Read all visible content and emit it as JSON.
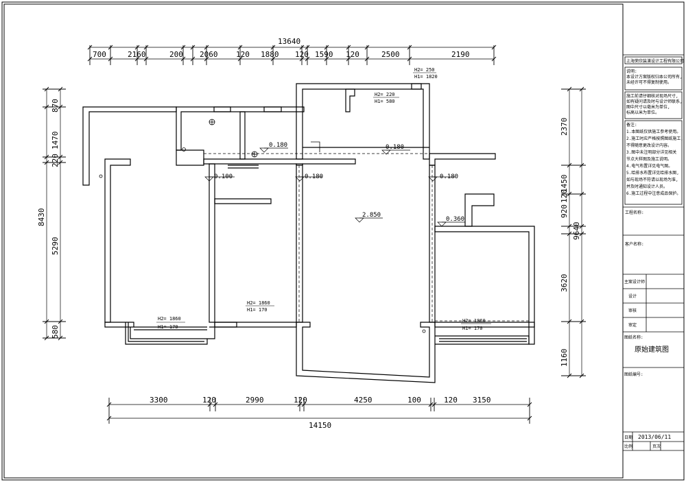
{
  "drawing": {
    "dims_top": {
      "total": "13640",
      "segments": [
        "700",
        "2160",
        "200",
        "2060",
        "120",
        "1880",
        "120",
        "1590",
        "120",
        "2500",
        "2190"
      ]
    },
    "dims_bottom": {
      "total": "14150",
      "segments": [
        "3300",
        "120",
        "2990",
        "120",
        "4250",
        "100",
        "120",
        "3150"
      ]
    },
    "dims_left": {
      "total": "8430",
      "segments": [
        "870",
        "1470",
        "220",
        "5290",
        "580"
      ]
    },
    "dims_right": {
      "total": "9640",
      "segments": [
        "2370",
        "1450",
        "920",
        "120",
        "3620",
        "1160"
      ]
    },
    "levels": {
      "a": "0.180",
      "b": "0.180",
      "c": "0.100",
      "d": "0.180",
      "e": "0.180",
      "f": "2.850",
      "g": "0.360"
    },
    "window_marks": {
      "w1": {
        "h2": "H2= 250",
        "h1": "H1= 1820"
      },
      "w2": {
        "h2": "H2= 220",
        "h1": "H1= 580"
      },
      "w3": {
        "h2": "H2= 1860",
        "h1": "H1= 170"
      },
      "w4": {
        "h2": "H2= 1860",
        "h1": "H1= 170"
      },
      "w5": {
        "h2": "H2= 1860",
        "h1": "H1= 170"
      }
    }
  },
  "title_block": {
    "company": "上海荣欣装潢设计工程有限公司",
    "notes_1": [
      "说明:",
      "本设计方案版权归本公司所有,",
      "未经许可不得复制使用。"
    ],
    "notes_2": [
      "施工前请仔细核对现场尺寸,",
      "如有疑问请及时与设计师联系,",
      "图中尺寸以毫米为单位,",
      "标高以米为单位。"
    ],
    "notes_3": [
      "备注:",
      "1.本图纸仅供施工参考使用。",
      "2.施工时应严格按照图纸施工,",
      "不得随意更改设计内容。",
      "3.图中未注明部分详见相关",
      "节点大样图及施工说明。",
      "4.电气布置详见电气图。",
      "5.给排水布置详见给排水图,",
      "如与现场不符请以现场为准,",
      "并及时通知设计人员。",
      "6.施工过程中注意成品保护。"
    ],
    "project_label": "工程名称:",
    "client_label": "客户名称:",
    "designer_label": "主案设计师",
    "drafter_label": "设计",
    "checker_label": "审核",
    "approver_label": "审定",
    "drawing_label": "图纸名称:",
    "drawing_name": "原始建筑图",
    "number_label": "图纸编号:",
    "date_label": "日期",
    "date_value": "2013/06/11",
    "scale_label": "比例",
    "page_label": "页次"
  }
}
